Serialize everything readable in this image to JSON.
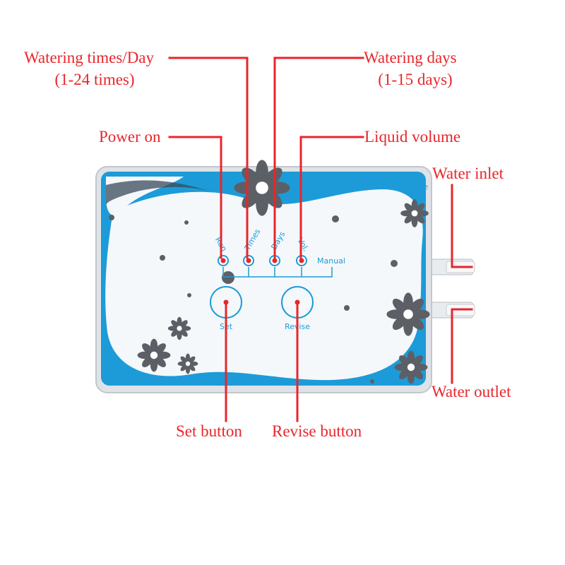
{
  "device": {
    "title": "YX-A1 Automatic Watering Device",
    "indicators": {
      "run": "Run",
      "times": "Times",
      "days": "Days",
      "vol": "Vol.",
      "manual": "Manual"
    },
    "buttons": {
      "set": "Set",
      "revise": "Revise"
    }
  },
  "callouts": {
    "watering_times": {
      "title": "Watering times/Day",
      "sub": "(1-24 times)"
    },
    "watering_days": {
      "title": "Watering days",
      "sub": "(1-15 days)"
    },
    "power_on": "Power on",
    "liquid_volume": "Liquid volume",
    "water_inlet": "Water inlet",
    "water_outlet": "Water outlet",
    "set_button": "Set button",
    "revise_button": "Revise button"
  },
  "colors": {
    "callout": "#e8262b",
    "panel_blue": "#1d9bd8",
    "panel_white": "#f4f8fb",
    "flower_gray": "#5c6066"
  }
}
